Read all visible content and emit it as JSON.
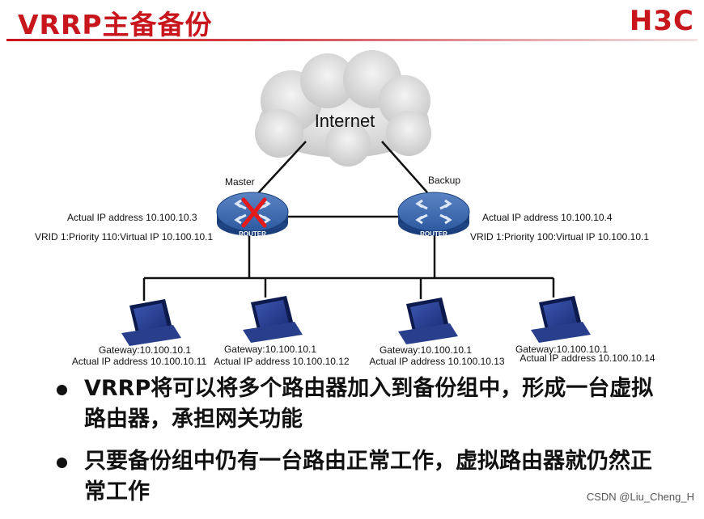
{
  "header": {
    "title": "VRRP主备备份",
    "logo": "H3C"
  },
  "diagram": {
    "cloud_label": "Internet",
    "master": {
      "role": "Master",
      "device": "ROUTER",
      "actual_ip": "Actual IP address 10.100.10.3",
      "vrid": "VRID 1:Priority 110:Virtual IP  10.100.10.1"
    },
    "backup": {
      "role": "Backup",
      "device": "ROUTER",
      "actual_ip": "Actual IP address 10.100.10.4",
      "vrid": "VRID 1:Priority 100:Virtual IP  10.100.10.1"
    },
    "hosts": [
      {
        "gateway": "Gateway:10.100.10.1",
        "actual_ip": "Actual IP address 10.100.10.11"
      },
      {
        "gateway": "Gateway:10.100.10.1",
        "actual_ip": "Actual IP address 10.100.10.12"
      },
      {
        "gateway": "Gateway:10.100.10.1",
        "actual_ip": "Actual IP address 10.100.10.13"
      },
      {
        "gateway": "Gateway:10.100.10.1",
        "actual_ip": "Actual IP address 10.100.10.14"
      }
    ]
  },
  "bullets": [
    "VRRP将可以将多个路由器加入到备份组中，形成一台虚拟路由器，承担网关功能",
    "只要备份组中仍有一台路由正常工作，虚拟路由器就仍然正常工作"
  ],
  "watermark": "CSDN @Liu_Cheng_H"
}
